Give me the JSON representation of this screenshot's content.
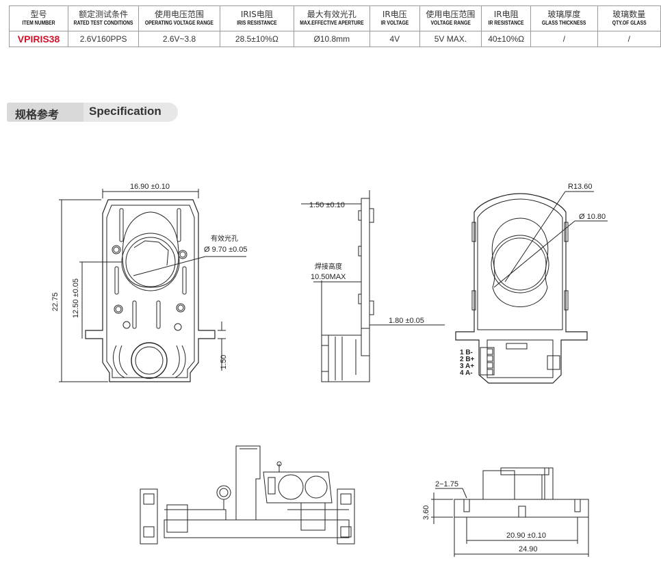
{
  "spec_table": {
    "headers": [
      {
        "cn": "型号",
        "en": "ITEM NUMBER"
      },
      {
        "cn": "额定测试条件",
        "en": "RATED TEST CONDITIONS"
      },
      {
        "cn": "使用电压范围",
        "en": "OPERATING VOLTAGE RANGE"
      },
      {
        "cn": "IRIS电阻",
        "en": "IRIS RESISTANCE"
      },
      {
        "cn": "最大有效光孔",
        "en": "MAX.EFFECTIVE APERTURE"
      },
      {
        "cn": "IR电压",
        "en": "IR VOLTAGE"
      },
      {
        "cn": "使用电压范围",
        "en": "VOLTAGE RANGE"
      },
      {
        "cn": "IR电阻",
        "en": "IR RESISTANCE"
      },
      {
        "cn": "玻璃厚度",
        "en": "GLASS THICKNESS"
      },
      {
        "cn": "玻璃数量",
        "en": "QTY.OF GLASS"
      }
    ],
    "values": [
      "VPIRIS38",
      "2.6V160PPS",
      "2.6V~3.8",
      "28.5±10%Ω",
      "Ø10.8mm",
      "4V",
      "5V MAX.",
      "40±10%Ω",
      "/",
      "/"
    ]
  },
  "section": {
    "cn": "规格参考",
    "en": "Specification"
  },
  "dims": {
    "width": "16.90 ±0.10",
    "height_total": "22.75",
    "height_center": "12.50 ±0.05",
    "aperture_cn": "有效光孔",
    "aperture": "Ø 9.70 ±0.05",
    "tab": "1.50",
    "thickness": "1.50 ±0.10",
    "solder_cn": "焊接高度",
    "solder": "10.50MAX",
    "side_offset": "1.80 ±0.05",
    "radius": "R13.60",
    "dia": "Ø 10.80",
    "pins": [
      "1 B-",
      "2 B+",
      "3 A+",
      "4 A-"
    ],
    "holes": "2−1.75",
    "base_height": "3.60",
    "hole_span": "20.90 ±0.10",
    "base_width": "24.90"
  }
}
